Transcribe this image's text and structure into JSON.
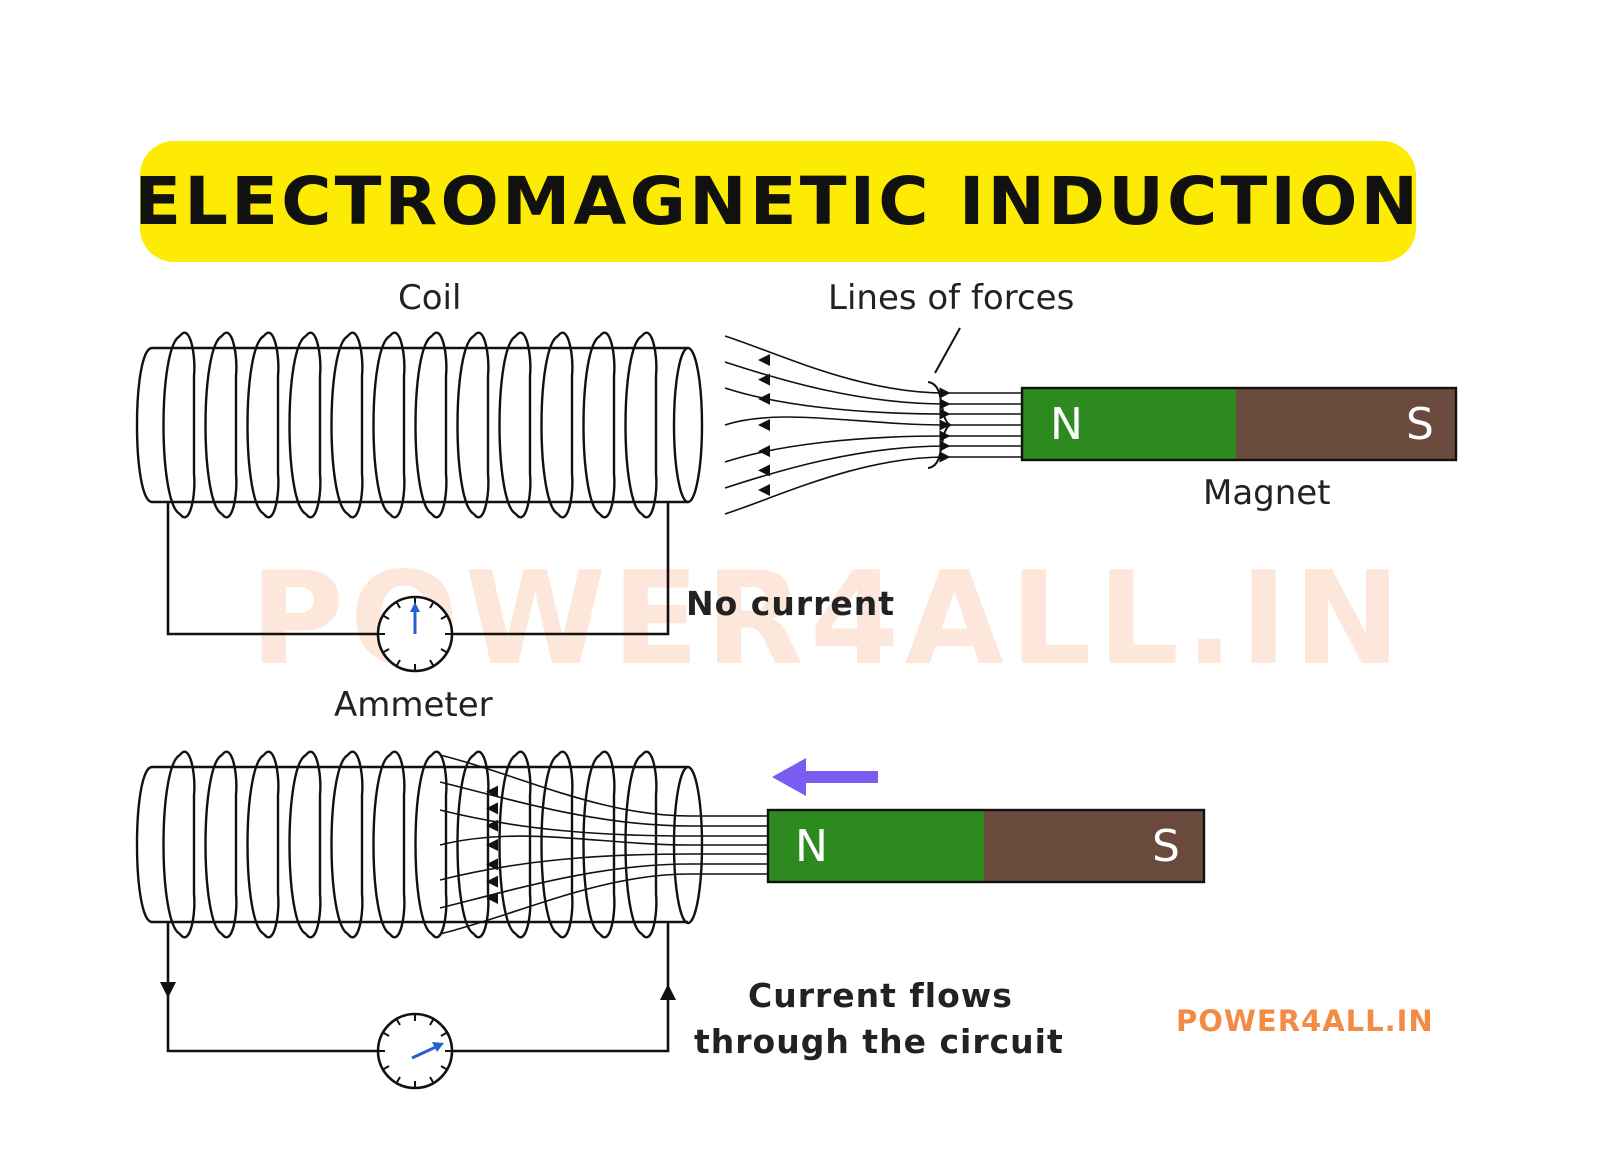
{
  "title": "ELECTROMAGNETIC INDUCTION",
  "watermark": "POWER4ALL.IN",
  "brand": "POWER4ALL.IN",
  "top_diagram": {
    "coil_label": "Coil",
    "field_label": "Lines of forces",
    "magnet_label": "Magnet",
    "north_label": "N",
    "south_label": "S",
    "status_label": "No current",
    "meter_label": "Ammeter"
  },
  "bottom_diagram": {
    "north_label": "N",
    "south_label": "S",
    "status_label_line1": "Current flows",
    "status_label_line2": "through the circuit"
  },
  "colors": {
    "banner": "#fdeb04",
    "north_pole": "#2d8a1f",
    "south_pole": "#6b4a3e",
    "motion_arrow": "#7b5cf0",
    "needle": "#2a5fd0",
    "brand": "#f28c45",
    "watermark": "#fde6da"
  }
}
